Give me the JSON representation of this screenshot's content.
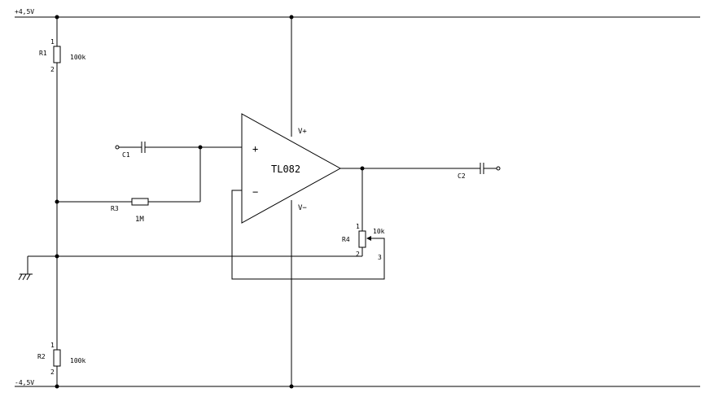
{
  "rails": {
    "positive": "+4,5V",
    "negative": "-4,5V"
  },
  "components": {
    "r1": {
      "ref": "R1",
      "value": "100k",
      "pin_top": "1",
      "pin_bottom": "2"
    },
    "r2": {
      "ref": "R2",
      "value": "100k",
      "pin_top": "1",
      "pin_bottom": "2"
    },
    "r3": {
      "ref": "R3",
      "value": "1M"
    },
    "r4": {
      "ref": "R4",
      "value": "10k",
      "pin_top": "1",
      "pin_bottom": "2",
      "pin_wiper": "3"
    },
    "c1": {
      "ref": "C1"
    },
    "c2": {
      "ref": "C2"
    },
    "opamp": {
      "name": "TL082",
      "plus": "+",
      "minus": "−",
      "vplus": "V+",
      "vminus": "V−"
    }
  }
}
